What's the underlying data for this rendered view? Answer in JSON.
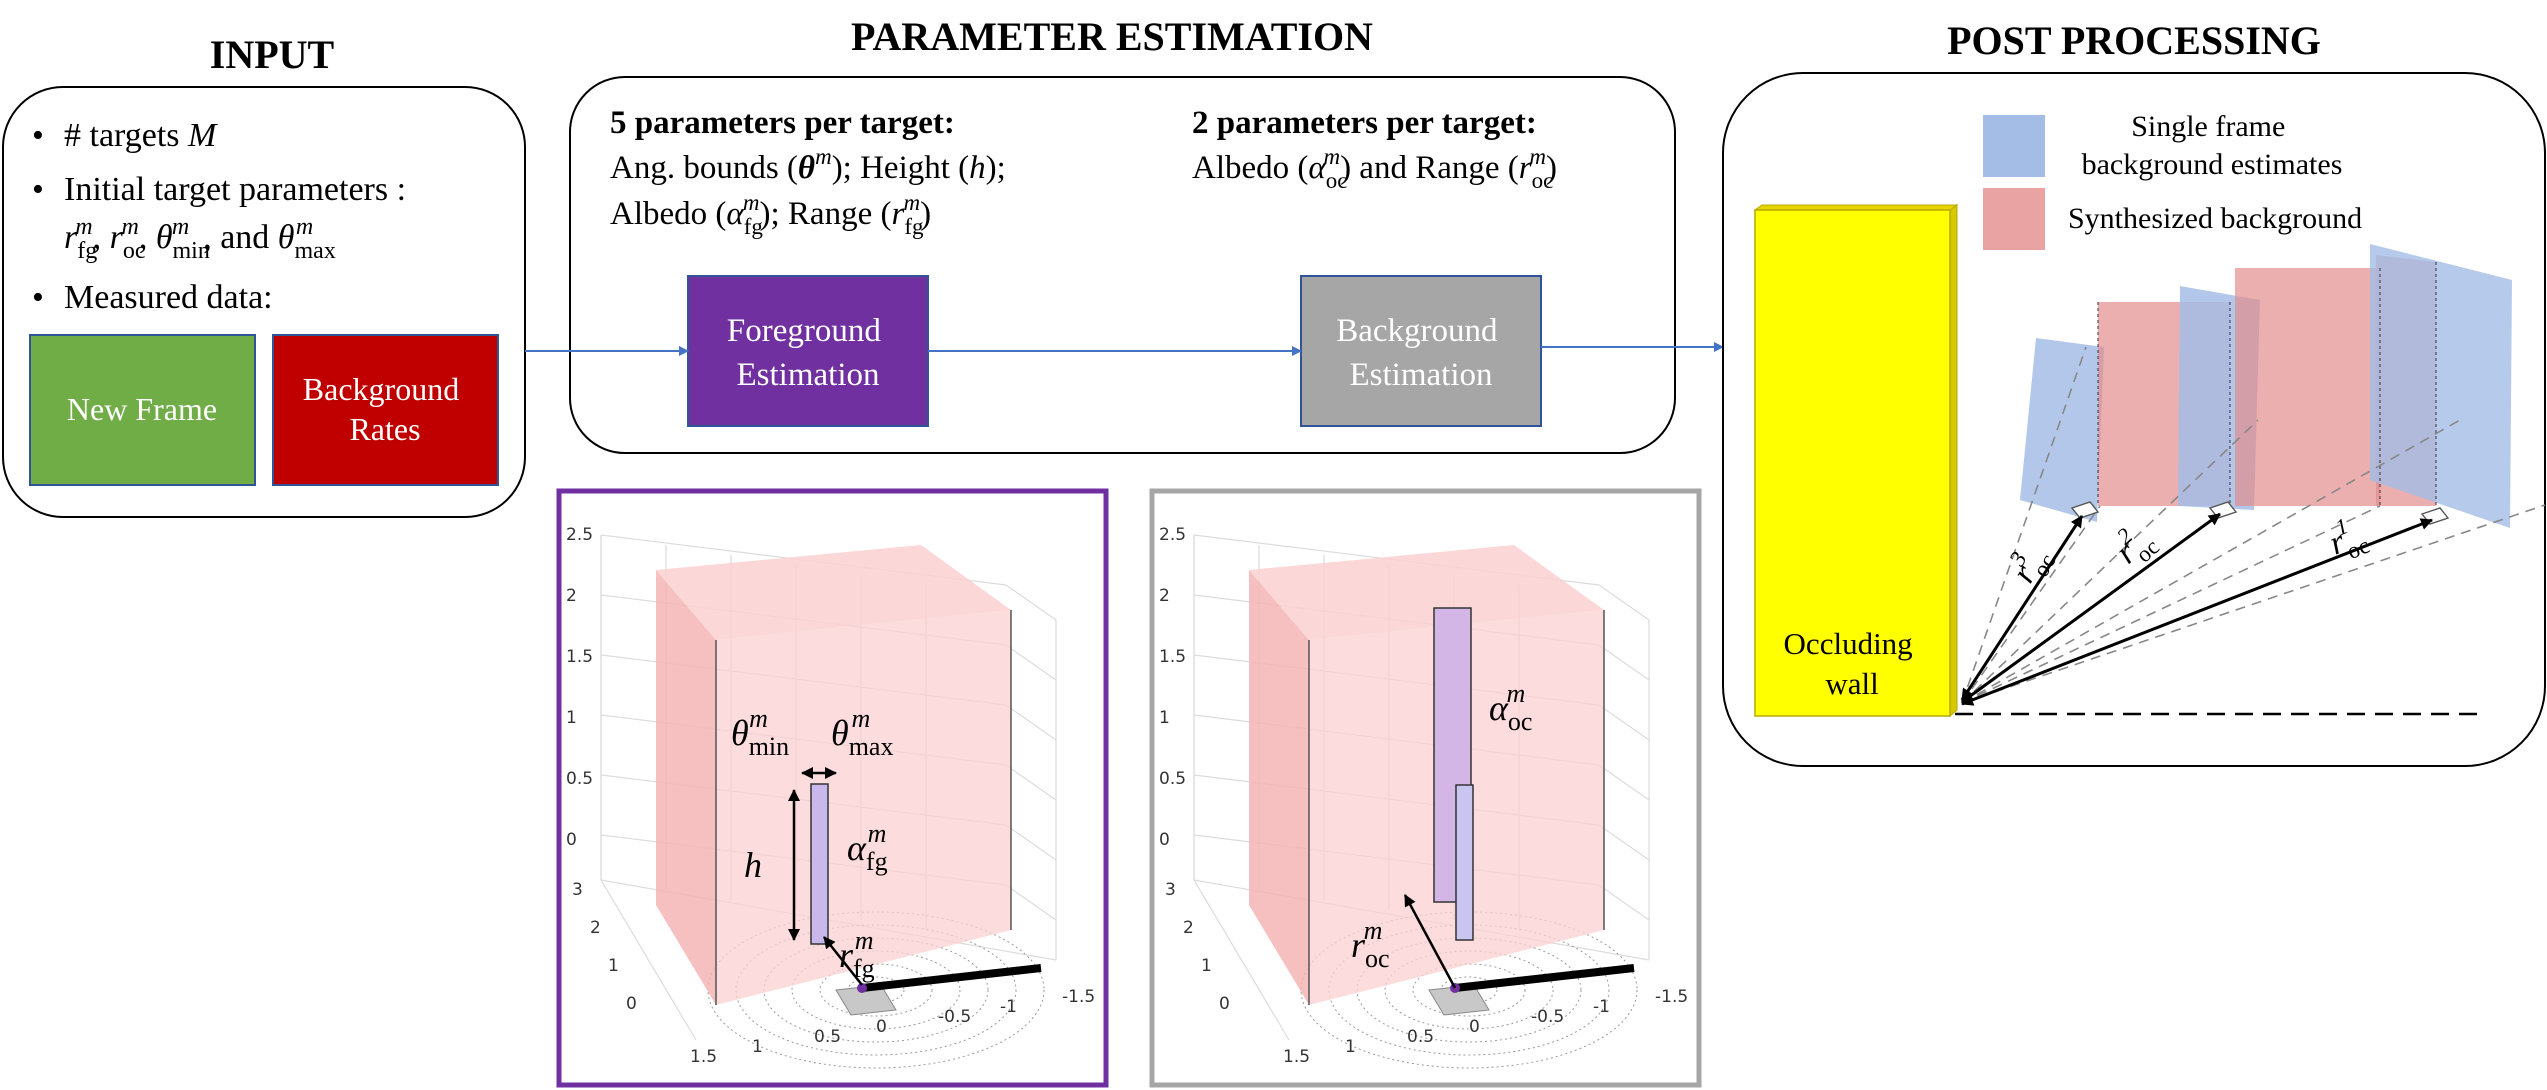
{
  "sections": {
    "input": "INPUT",
    "param": "PARAMETER ESTIMATION",
    "post": "POST PROCESSING"
  },
  "input": {
    "bullets": [
      "# targets M",
      "Initial target parameters :",
      "Measured data:"
    ],
    "params_line": "r_fg^m, r_oc^m, θ_min^m, and θ_max^m",
    "boxes": [
      {
        "label_lines": [
          "New Frame"
        ],
        "color": "#70ad47"
      },
      {
        "label_lines": [
          "Background",
          "Rates"
        ],
        "color": "#c00000"
      }
    ]
  },
  "param": {
    "fg_heading": "5 parameters per target:",
    "fg_line1": "Ang. bounds (θ^m); Height (h);",
    "fg_line2": "Albedo (α_fg^m); Range (r_fg^m)",
    "bg_heading": "2 parameters per target:",
    "bg_line1": "Albedo (α_oc^m) and Range (r_oc^m)",
    "fg_box": {
      "label_lines": [
        "Foreground",
        "Estimation"
      ],
      "color": "#7030a0"
    },
    "bg_box": {
      "label_lines": [
        "Background",
        "Estimation"
      ],
      "color": "#a6a6a6"
    }
  },
  "post": {
    "legend": [
      {
        "label_lines": [
          "Single frame",
          "background estimates"
        ],
        "color": "#a4bde6"
      },
      {
        "label_lines": [
          "Synthesized background"
        ],
        "color": "#eaa3a3"
      }
    ],
    "wall_label_lines": [
      "Occluding",
      "wall"
    ],
    "wall_color": "#ffff00",
    "ranges": [
      "r_oc^3",
      "r_oc^2",
      "r_oc^1"
    ]
  },
  "plots": {
    "z_ticks": [
      "2.5",
      "2",
      "1.5",
      "1",
      "0.5",
      "0"
    ],
    "y_ticks": [
      "3",
      "2",
      "1",
      "0"
    ],
    "x_ticks": [
      "1.5",
      "1",
      "0.5",
      "0",
      "-0.5",
      "-1",
      "-1.5"
    ],
    "fg_labels": {
      "theta_min": "θ_min^m",
      "theta_max": "θ_max^m",
      "h": "h",
      "alpha": "α_fg^m",
      "r": "r_fg^m"
    },
    "bg_labels": {
      "alpha": "α_oc^m",
      "r": "r_oc^m"
    },
    "fg_frame_color": "#7030a0",
    "bg_frame_color": "#a6a6a6"
  }
}
